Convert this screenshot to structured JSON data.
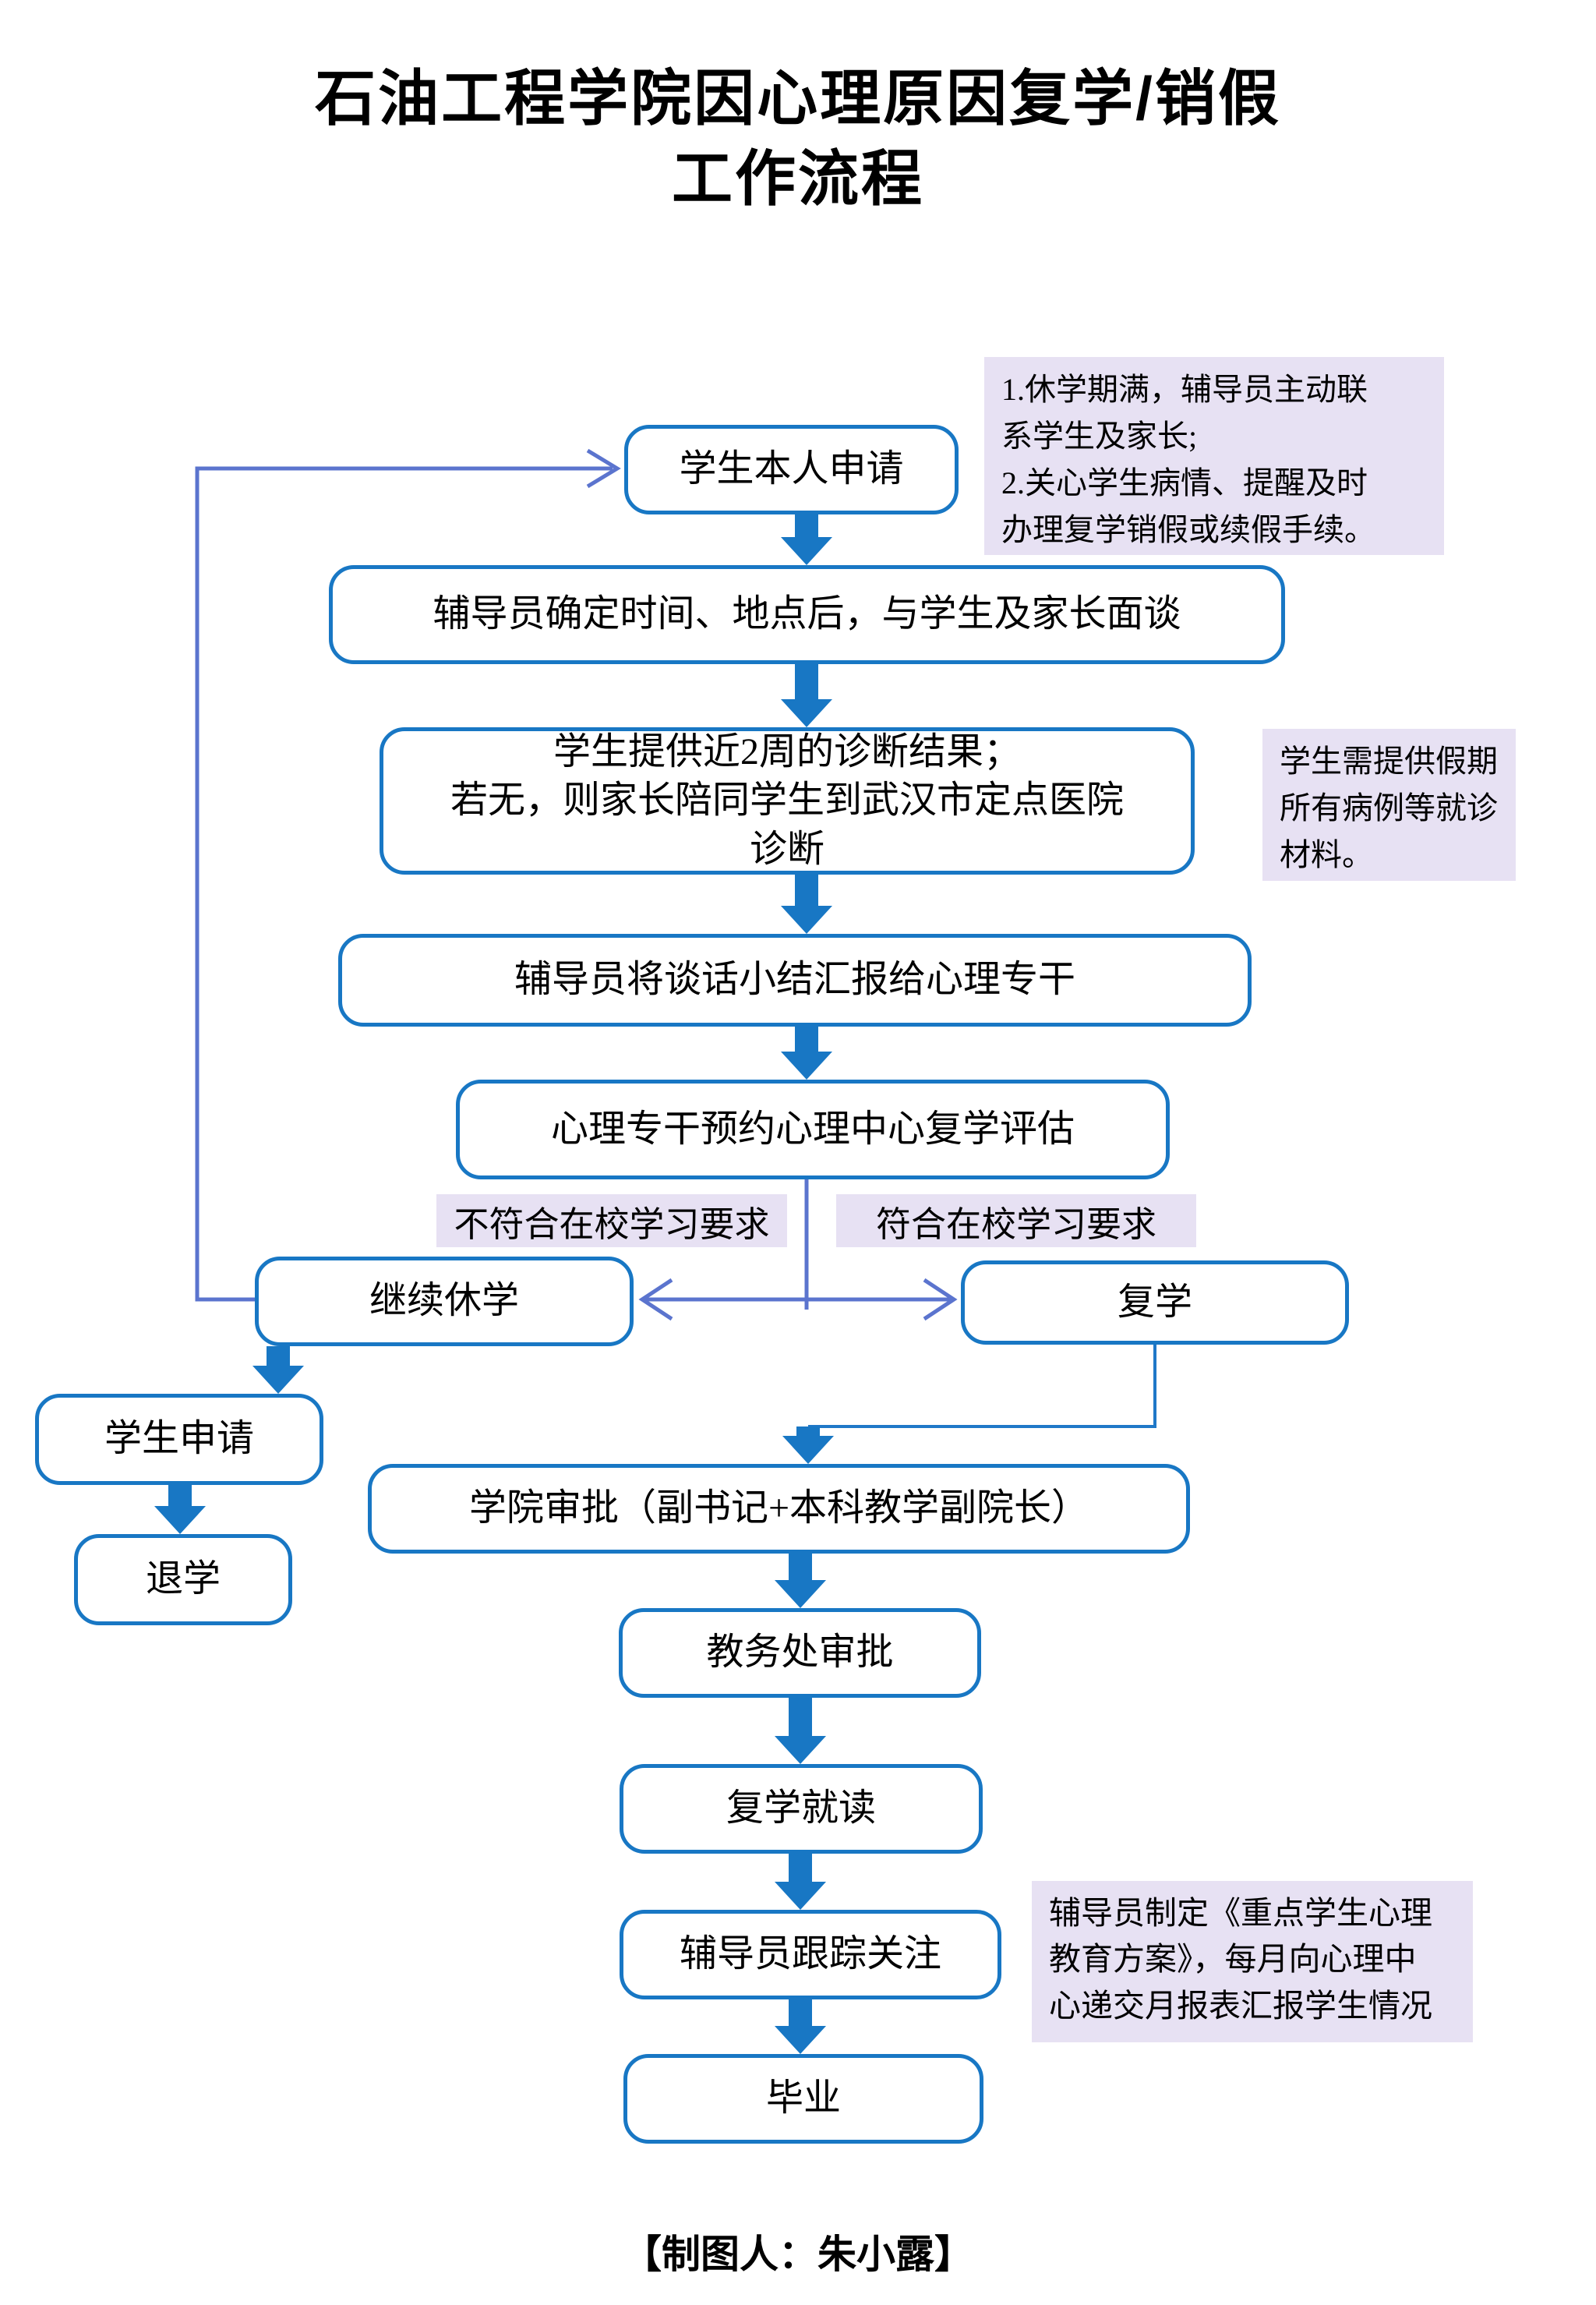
{
  "title": {
    "line1": "石油工程学院因心理原因复学/销假",
    "line2": "工作流程"
  },
  "nodes": {
    "apply_self": "学生本人申请",
    "interview": "辅导员确定时间、地点后，与学生及家长面谈",
    "diagnosis": "学生提供近2周的诊断结果；\n若无，则家长陪同学生到武汉市定点医院\n诊断",
    "report": "辅导员将谈话小结汇报给心理专干",
    "evaluate": "心理专干预约心理中心复学评估",
    "continue_leave": "继续休学",
    "resume": "复学",
    "student_apply": "学生申请",
    "withdraw": "退学",
    "college_approve": "学院审批（副书记+本科教学副院长）",
    "academic_approve": "教务处审批",
    "resume_study": "复学就读",
    "counselor_follow": "辅导员跟踪关注",
    "graduate": "毕业"
  },
  "notes": {
    "note1": "1.休学期满，辅导员主动联\n系学生及家长;\n2.关心学生病情、提醒及时\n办理复学销假或续假手续。",
    "note2": "学生需提供假期\n所有病例等就诊\n材料。",
    "note3": "辅导员制定《重点学生心理\n教育方案》，每月向心理中\n心递交月报表汇报学生情况"
  },
  "branch_labels": {
    "fail": "不符合在校学习要求",
    "pass": "符合在校学习要求"
  },
  "caption": "【制图人：朱小露】",
  "colors": {
    "box_border": "#1877c4",
    "arrow": "#1877c4",
    "connector": "#5b74ce",
    "connector_thin": "#1f78c8",
    "note_bg": "#e7e1f3"
  }
}
